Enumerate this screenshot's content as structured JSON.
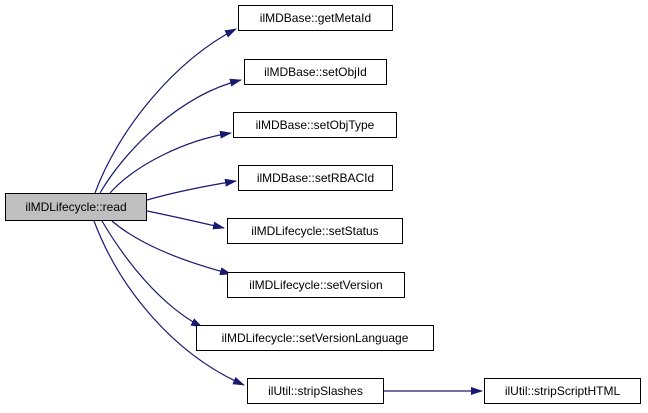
{
  "graph": {
    "type": "call-graph",
    "root": {
      "label": "ilMDLifecycle::read"
    },
    "callees": [
      {
        "label": "ilMDBase::getMetaId"
      },
      {
        "label": "ilMDBase::setObjId"
      },
      {
        "label": "ilMDBase::setObjType"
      },
      {
        "label": "ilMDBase::setRBACId"
      },
      {
        "label": "ilMDLifecycle::setStatus"
      },
      {
        "label": "ilMDLifecycle::setVersion"
      },
      {
        "label": "ilMDLifecycle::setVersionLanguage"
      },
      {
        "label": "ilUtil::stripSlashes"
      }
    ],
    "nested_callee": {
      "label": "ilUtil::stripScriptHTML",
      "called_by": "ilUtil::stripSlashes"
    },
    "colors": {
      "edge": "#191970",
      "root_fill": "#bfbfbf",
      "node_fill": "#ffffff",
      "node_border": "#000000"
    }
  }
}
